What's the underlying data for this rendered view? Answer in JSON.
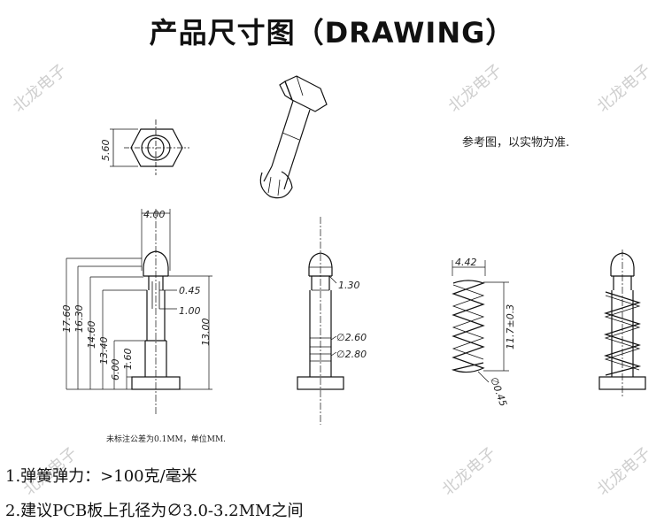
{
  "title": "产品尺寸图（DRAWING）",
  "reference_note": "参考图，以实物为准.",
  "tolerance_note": "未标注公差为0.1MM，单位MM.",
  "notes": [
    "1.弹簧弹力：>100克/毫米",
    "2.建议PCB板上孔径为∅3.0-3.2MM之间"
  ],
  "watermark": "北龙电子",
  "dimensions": {
    "hex_width": "5.60",
    "head_width": "4.00",
    "overall_length": "17.60",
    "len_16_30": "16.30",
    "len_14_60": "14.60",
    "len_13_40": "13.40",
    "len_6_00": "6.00",
    "len_1_60": "1.60",
    "slot_0_45": "0.45",
    "slot_1_00": "1.00",
    "shaft_13_00": "13.00",
    "groove_1_30": "1.30",
    "dia_2_60": "∅2.60",
    "dia_2_80": "∅2.80",
    "spring_width": "4.42",
    "spring_length": "11.7±0.3",
    "wire_dia": "∅0.45"
  }
}
